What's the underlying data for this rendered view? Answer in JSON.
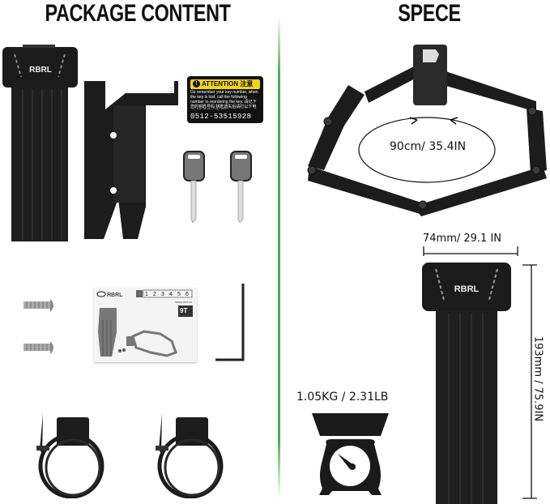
{
  "left_panel": {
    "heading": "PACKAGE CONTENT",
    "items": [
      {
        "name": "folding-lock"
      },
      {
        "name": "mounting-bracket"
      },
      {
        "name": "attention-card"
      },
      {
        "name": "key-1"
      },
      {
        "name": "key-2"
      },
      {
        "name": "screw-1"
      },
      {
        "name": "screw-2"
      },
      {
        "name": "manual"
      },
      {
        "name": "hex-wrench"
      },
      {
        "name": "strap-1"
      },
      {
        "name": "strap-2"
      }
    ],
    "attention_card": {
      "title": "ATTENTION 注意",
      "body": "Do remember your key number, when the key is lost, call the following number to reordering the key. 请记下您的钥匙号码 钥匙遗失后请打以下电话钥匙号码补配钥匙。",
      "phone": "0512-53515928"
    },
    "manual": {
      "brand": "RBRL",
      "steps": [
        "1",
        "2",
        "3",
        "4",
        "5",
        "6"
      ],
      "website": "www.rbrl.cn",
      "badge": "9T"
    },
    "lock_brand": "RBRL"
  },
  "right_panel": {
    "heading": "SPECE",
    "circumference": "90cm/ 35.4IN",
    "width": "74mm/ 29.1 IN",
    "height": "193mm / 75.9IN",
    "weight": "1.05KG / 2.31LB",
    "lock_brand": "RBRL"
  },
  "colors": {
    "divider": "#4fae52",
    "lock_body": "#1a1a1a",
    "attention_yellow": "#f2d21b"
  }
}
